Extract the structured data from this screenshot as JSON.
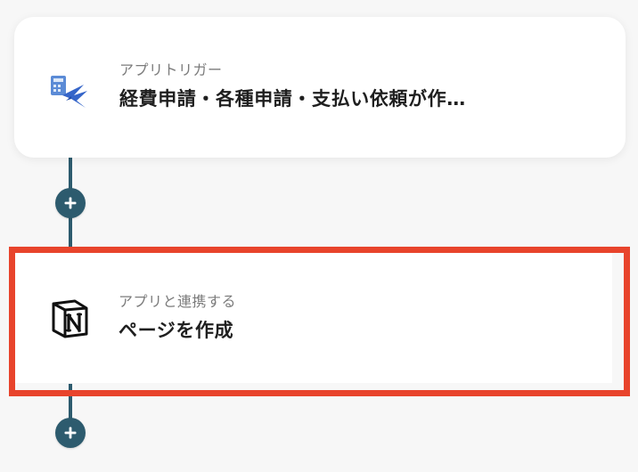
{
  "flow": {
    "trigger_step": {
      "label": "アプリトリガー",
      "title": "経費申請・各種申請・支払い依頼が作…",
      "icon": "calculator-bird-app-icon"
    },
    "action_step": {
      "label": "アプリと連携する",
      "title": "ページを作成",
      "icon": "notion-logo-icon"
    },
    "add_step_symbol": "+"
  },
  "colors": {
    "connector": "#2d5b6e",
    "highlight": "#e8442c",
    "background": "#f7f7f7",
    "card": "#ffffff"
  }
}
